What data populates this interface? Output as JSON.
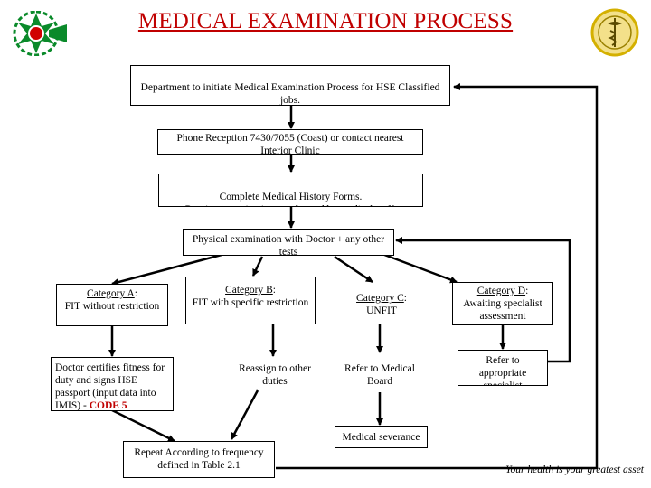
{
  "title": "MEDICAL EXAMINATION PROCESS",
  "tagline": "Your health is your greatest asset",
  "boxes": {
    "initiate": "Department to initiate Medical Examination Process for HSE Classified jobs.\nStaff to initiate for all other categories.",
    "phone": "Phone Reception 7430/7055 (Coast) or contact nearest Interior Clinic",
    "history": "Complete Medical History Forms.\nRoutine investigations performed by medical staff.",
    "physical": "Physical examination with Doctor + any other tests",
    "cat_a": {
      "name": "Category A",
      "desc": "FIT without restriction"
    },
    "cat_b": {
      "name": "Category B",
      "desc": "FIT with specific restriction"
    },
    "cat_c": {
      "name": "Category C",
      "desc": "UNFIT"
    },
    "cat_d": {
      "name": "Category D",
      "desc": "Awaiting specialist assessment"
    },
    "doctor_certifies": {
      "text": "Doctor certifies fitness for duty and signs HSE passport (input data into IMIS) - ",
      "code": "CODE 5"
    },
    "reassign": "Reassign to other duties",
    "medical_board": "Refer to Medical Board",
    "specialist": "Refer to appropriate specialist",
    "severance": "Medical severance",
    "repeat": "Repeat According to frequency defined in Table 2.1"
  },
  "colors": {
    "title": "#c00000",
    "code": "#c00000",
    "logo_green": "#0a8a2a",
    "logo_red": "#d00000",
    "emblem_gold": "#d4b000"
  },
  "icons": {
    "left_logo": "green-sunburst-logo-icon",
    "right_logo": "gold-emblem-logo-icon"
  }
}
